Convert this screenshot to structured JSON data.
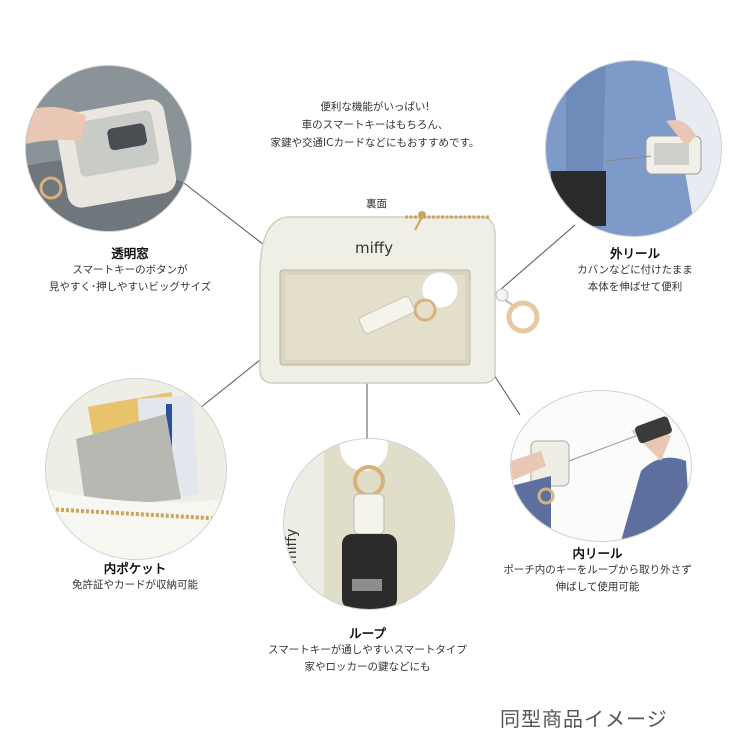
{
  "intro": {
    "line1": "便利な機能がいっぱい!",
    "line2": "車のスマートキーはもちろん、",
    "line3": "家鍵や交通ICカードなどにもおすすめです。"
  },
  "back_label": "裏面",
  "brand": "miffy",
  "features": {
    "window": {
      "title": "透明窓",
      "line1": "スマートキーのボタンが",
      "line2": "見やすく･押しやすいビッグサイズ"
    },
    "outer_reel": {
      "title": "外リール",
      "line1": "カバンなどに付けたまま",
      "line2": "本体を伸ばせて便利"
    },
    "inner_pocket": {
      "title": "内ポケット",
      "line1": "免許証やカードが収納可能"
    },
    "inner_reel": {
      "title": "内リール",
      "line1": "ポーチ内のキーをループから取り外さず",
      "line2": "伸ばして使用可能"
    },
    "loop": {
      "title": "ループ",
      "line1": "スマートキーが通しやすいスマートタイプ",
      "line2": "家やロッカーの鍵などにも"
    }
  },
  "footer": "同型商品イメージ",
  "colors": {
    "pouch": "#eeeee6",
    "zipper": "#c9a45a",
    "ring": "#e6c9a0",
    "line": "#555555"
  }
}
